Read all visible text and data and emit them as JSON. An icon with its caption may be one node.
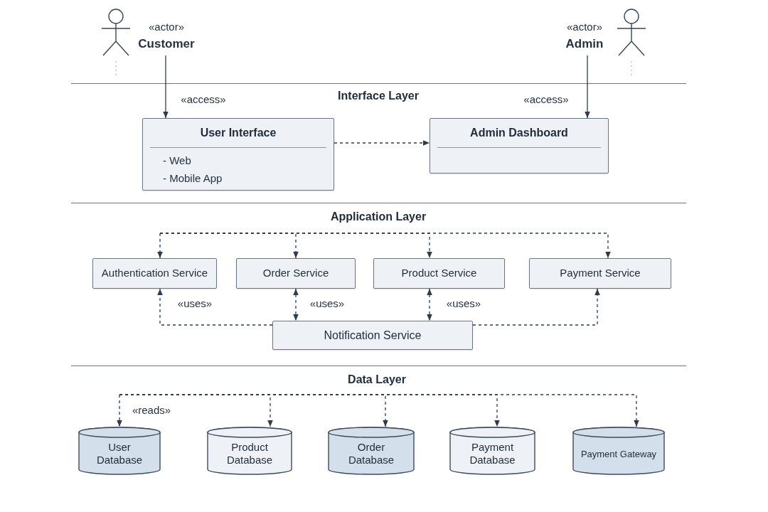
{
  "diagram": {
    "nodes": [
      {
        "text": [
          "«actor»",
          "Customer"
        ]
      },
      {
        "text": [
          "«actor»",
          "Admin"
        ]
      },
      {
        "text": [
          "User Interface",
          "- Web",
          "- Mobile App"
        ]
      },
      {
        "text": [
          "Admin Dashboard"
        ]
      },
      {
        "text": [
          "Authentication Service"
        ]
      },
      {
        "text": [
          "Order Service"
        ]
      },
      {
        "text": [
          "Product Service"
        ]
      },
      {
        "text": [
          "Payment Service"
        ]
      },
      {
        "text": [
          "Notification Service"
        ]
      },
      {
        "text": [
          "User Database"
        ]
      },
      {
        "text": [
          "Product Database"
        ]
      },
      {
        "text": [
          "Order Database"
        ]
      },
      {
        "text": [
          "Payment Database"
        ]
      },
      {
        "text": [
          "Payment Gateway"
        ]
      }
    ],
    "edges": [
      {
        "from": 0,
        "to": 2,
        "arrow": "to",
        "label": "«access»"
      },
      {
        "from": 1,
        "to": 3,
        "arrow": "to",
        "label": "«access»"
      },
      {
        "from": 2,
        "to": 3,
        "arrow": "to",
        "style": "dashed"
      },
      {
        "from": null,
        "to": 4,
        "arrow": "to",
        "style": "dashed"
      },
      {
        "from": null,
        "to": 5,
        "arrow": "to",
        "style": "dashed"
      },
      {
        "from": null,
        "to": 6,
        "arrow": "to",
        "style": "dashed"
      },
      {
        "from": null,
        "to": 7,
        "arrow": "to",
        "style": "dashed"
      },
      {
        "from": 8,
        "to": 4,
        "arrow": "to",
        "style": "dashed",
        "label": "«uses»"
      },
      {
        "from": 5,
        "to": 8,
        "arrow": "both",
        "style": "dashed",
        "label": "«uses»"
      },
      {
        "from": 6,
        "to": 8,
        "arrow": "both",
        "style": "dashed",
        "label": "«uses»"
      },
      {
        "from": 8,
        "to": 7,
        "arrow": "to",
        "style": "dashed"
      },
      {
        "from": null,
        "to": 9,
        "arrow": "to",
        "style": "dashed",
        "label": "«reads»"
      },
      {
        "from": null,
        "to": 10,
        "arrow": "to",
        "style": "dashed"
      },
      {
        "from": null,
        "to": 11,
        "arrow": "to",
        "style": "dashed"
      },
      {
        "from": null,
        "to": 12,
        "arrow": "to",
        "style": "dashed"
      },
      {
        "from": null,
        "to": 13,
        "arrow": "to",
        "style": "dashed"
      }
    ],
    "labels": [
      "Interface Layer",
      "Application Layer",
      "Data Layer"
    ]
  }
}
